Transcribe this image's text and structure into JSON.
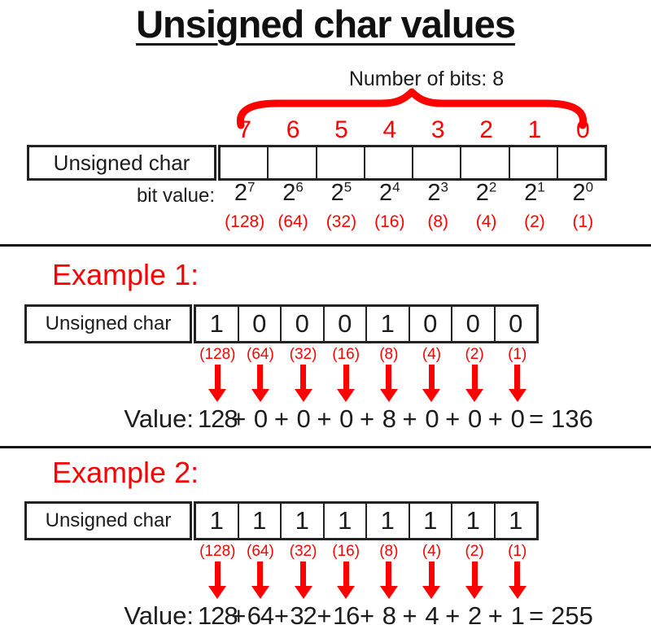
{
  "page": {
    "title": "Unsigned char values",
    "bits_label": "Number of bits: 8",
    "row_label": "Unsigned char",
    "bit_value_label": "bit value:",
    "value_label": "Value:",
    "colors": {
      "accent_red": "#fe0000",
      "ink": "#1c1c1c"
    }
  },
  "reference": {
    "bit_indices": [
      "7",
      "6",
      "5",
      "4",
      "3",
      "2",
      "1",
      "0"
    ],
    "cells": [
      "",
      "",
      "",
      "",
      "",
      "",
      "",
      ""
    ],
    "powers": [
      {
        "b": "2",
        "e": "7"
      },
      {
        "b": "2",
        "e": "6"
      },
      {
        "b": "2",
        "e": "5"
      },
      {
        "b": "2",
        "e": "4"
      },
      {
        "b": "2",
        "e": "3"
      },
      {
        "b": "2",
        "e": "2"
      },
      {
        "b": "2",
        "e": "1"
      },
      {
        "b": "2",
        "e": "0"
      }
    ],
    "weights": [
      "(128)",
      "(64)",
      "(32)",
      "(16)",
      "(8)",
      "(4)",
      "(2)",
      "(1)"
    ]
  },
  "example1": {
    "heading": "Example 1:",
    "bits": [
      "1",
      "0",
      "0",
      "0",
      "1",
      "0",
      "0",
      "0"
    ],
    "weights": [
      "(128)",
      "(64)",
      "(32)",
      "(16)",
      "(8)",
      "(4)",
      "(2)",
      "(1)"
    ],
    "terms": [
      "128",
      "0",
      "0",
      "0",
      "8",
      "0",
      "0",
      "0"
    ],
    "pluses": [
      "+",
      "+",
      "+",
      "+",
      "+",
      "+",
      "+"
    ],
    "equals": "=",
    "result": "136"
  },
  "example2": {
    "heading": "Example 2:",
    "bits": [
      "1",
      "1",
      "1",
      "1",
      "1",
      "1",
      "1",
      "1"
    ],
    "weights": [
      "(128)",
      "(64)",
      "(32)",
      "(16)",
      "(8)",
      "(4)",
      "(2)",
      "(1)"
    ],
    "terms": [
      "128",
      "64",
      "32",
      "16",
      "8",
      "4",
      "2",
      "1"
    ],
    "pluses": [
      "+",
      "+",
      "+",
      "+",
      "+",
      "+",
      "+"
    ],
    "equals": "=",
    "result": "255"
  }
}
